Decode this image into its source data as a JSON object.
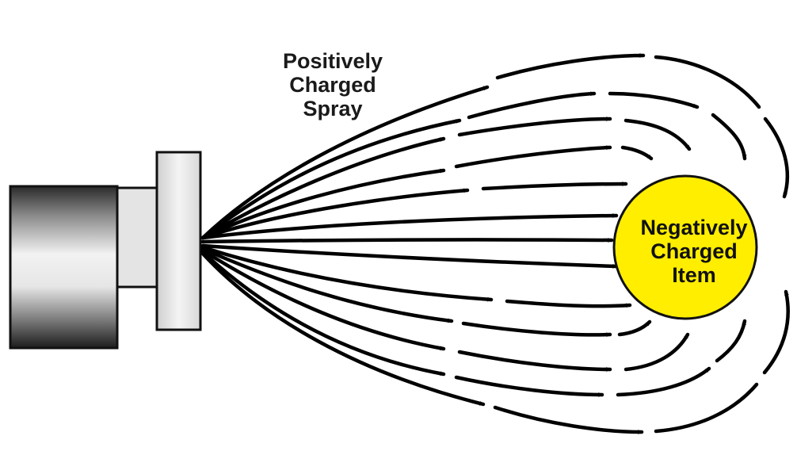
{
  "spray_label": [
    "Positively",
    "Charged",
    "Spray"
  ],
  "item_label": [
    "Negatively",
    "Charged",
    "Item"
  ],
  "colors": {
    "item_fill": "#ffee00",
    "lines": "#000000",
    "background": "#ffffff"
  }
}
